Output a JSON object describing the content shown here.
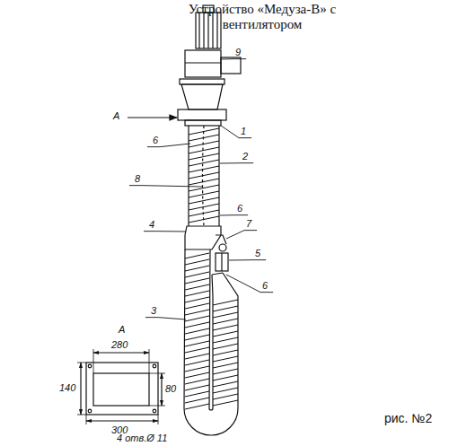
{
  "diagram": {
    "title": "Устройство «Медуза-В» с вентилятором",
    "caption": "рис. №2",
    "labels": [
      "9",
      "А",
      "1",
      "6",
      "2",
      "8",
      "6",
      "4",
      "7",
      "5",
      "6",
      "3",
      "А",
      "280",
      "140",
      "80",
      "300",
      "4 отв.Ø 11"
    ]
  }
}
